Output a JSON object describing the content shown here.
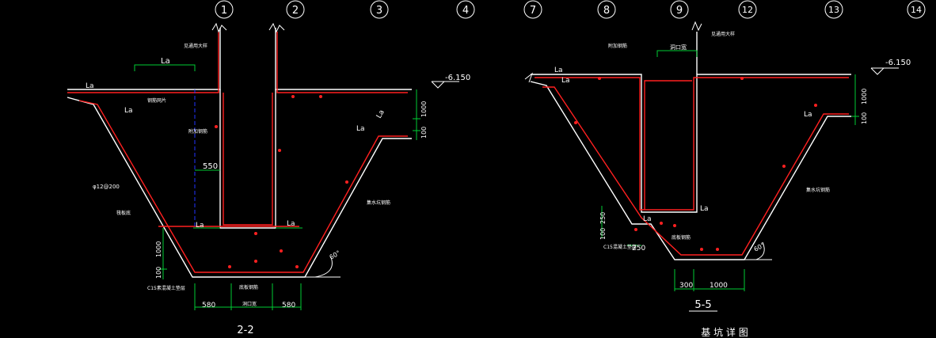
{
  "colors": {
    "background": "#000000",
    "lines": "#ffffff",
    "rebar": "#ff2020",
    "dimension": "#00cc33",
    "axis": "#2233ff"
  },
  "axis_bubbles": [
    "1",
    "2",
    "3",
    "4",
    "7",
    "8",
    "9",
    "12",
    "13",
    "14"
  ],
  "section_left": {
    "title": "2-2",
    "elevation": "-6.150",
    "la_labels": [
      "La",
      "La",
      "La",
      "La",
      "La",
      "La",
      "La"
    ],
    "dim_550": "550",
    "dim_1000_right": "1000",
    "dim_100_right": "100",
    "dim_1000_left": "1000",
    "dim_100_left": "100",
    "rebar_note": "φ12@200",
    "angle": "60°",
    "bottom_dims": [
      "580",
      "洞口宽",
      "580"
    ],
    "notes": [
      "钢筋网片",
      "见通用大样",
      "附加钢筋",
      "C15素混凝土垫层",
      "筏板底",
      "底板钢筋",
      "集水坑钢筋"
    ]
  },
  "section_right": {
    "title": "5-5",
    "elevation": "-6.150",
    "la_labels": [
      "La",
      "La",
      "La",
      "La",
      "La"
    ],
    "dim_1000_right": "1000",
    "dim_100_right": "100",
    "dim_250_a": "250",
    "dim_100_left": "100",
    "dim_250_b": "250",
    "dim_top": "洞口宽",
    "angle": "60°",
    "bottom_dims": [
      "300",
      "1000"
    ],
    "notes": [
      "附加钢筋",
      "见通用大样",
      "C15混凝土垫层",
      "底板钢筋",
      "集水坑钢筋"
    ]
  },
  "caption": "基 坑 详 图"
}
